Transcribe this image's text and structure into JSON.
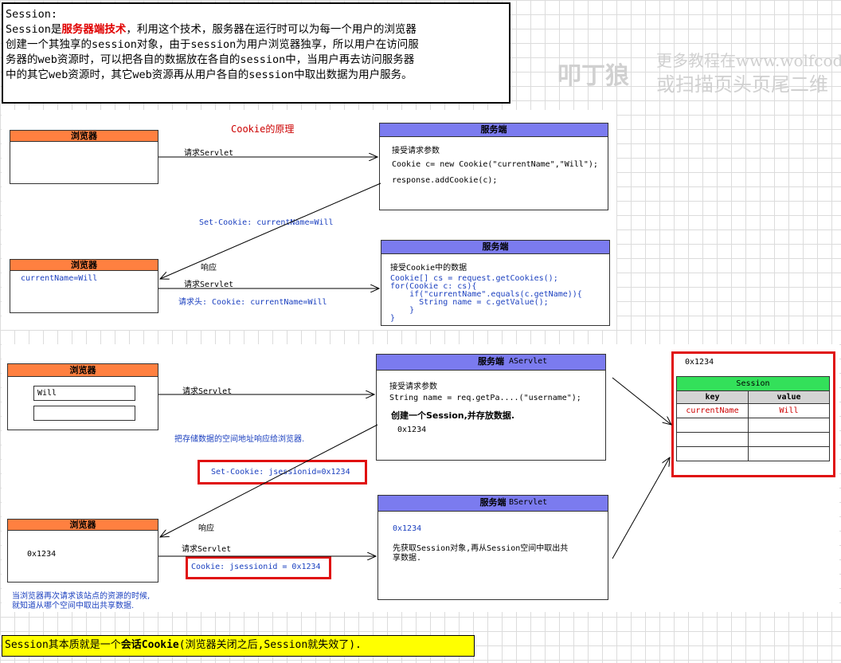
{
  "note": {
    "title": "Session:",
    "line1_pre": "Session是",
    "line1_emph": "服务器端技术",
    "line1_post": "，利用这个技术，服务器在运行时可以为每一个用户的浏览器",
    "line2": "创建一个其独享的session对象，由于session为用户浏览器独享，所以用户在访问服",
    "line3": "务器的web资源时，可以把各自的数据放在各自的session中，当用户再去访问服务器",
    "line4": "中的其它web资源时，其它web资源再从用户各自的session中取出数据为用户服务。"
  },
  "watermark": {
    "logo": "叩丁狼",
    "line1": "更多教程在www.wolfcode.",
    "line2": "或扫描页头页尾二维"
  },
  "cookie_diagram": {
    "title": "Cookie的原理",
    "browser1_header": "浏览器",
    "browser2_header": "浏览器",
    "browser2_content": "currentName=Will",
    "server1_header": "服务端",
    "server1_lines": [
      "接受请求参数",
      "Cookie  c= new Cookie(\"currentName\",\"Will\");",
      "response.addCookie(c);"
    ],
    "server2_header": "服务端",
    "server2_title": "接受Cookie中的数据",
    "server2_code": [
      "Cookie[] cs = request.getCookies();",
      "for(Cookie c: cs){",
      "    if(\"currentName\".equals(c.getName)){",
      "      String name = c.getValue();",
      "    }",
      "}"
    ],
    "req1": "请求Servlet",
    "set_cookie": "Set-Cookie: currentName=Will",
    "resp": "响应",
    "req2": "请求Servlet",
    "req_header": "请求头: Cookie: currentName=Will"
  },
  "session_diagram": {
    "browser1_header": "浏览器",
    "browser1_input1": "Will",
    "browser1_input2": "",
    "aservlet_header": "服务端",
    "aservlet_name": "AServlet",
    "aservlet_lines": [
      "接受请求参数",
      "String name = req.getPa....(\"username\");"
    ],
    "aservlet_bold": "创建一个Session,并存放数据.",
    "aservlet_addr": "0x1234",
    "req1": "请求Servlet",
    "addr_note": "把存储数据的空间地址响应给浏览器.",
    "set_cookie": "Set-Cookie: jsessionid=0x1234",
    "resp": "响应",
    "browser2_header": "浏览器",
    "browser2_content": "0x1234",
    "req2": "请求Servlet",
    "cookie_req": "Cookie: jsessionid = 0x1234",
    "bservlet_header": "服务端",
    "bservlet_name": "BServlet",
    "bservlet_addr": "0x1234",
    "bservlet_text1": "先获取Session对象,再从Session空间中取出共",
    "bservlet_text2": "享数据.",
    "bottom_note1": "当浏览器再次请求该站点的资源的时候,",
    "bottom_note2": "就知道从哪个空间中取出共享数据.",
    "session_addr": "0x1234",
    "session_title": "Session",
    "col_key": "key",
    "col_value": "value",
    "row_key": "currentName",
    "row_value": "Will"
  },
  "summary": {
    "pre": "Session其本质就是一个",
    "emph": "会话Cookie",
    "post": "(浏览器关闭之后,Session就失效了)."
  },
  "colors": {
    "orange_header": "#ff8040",
    "purple_header": "#7b7bef",
    "green_header": "#33e05a",
    "highlight_red": "#e01010",
    "summary_yellow": "#ffff00"
  }
}
